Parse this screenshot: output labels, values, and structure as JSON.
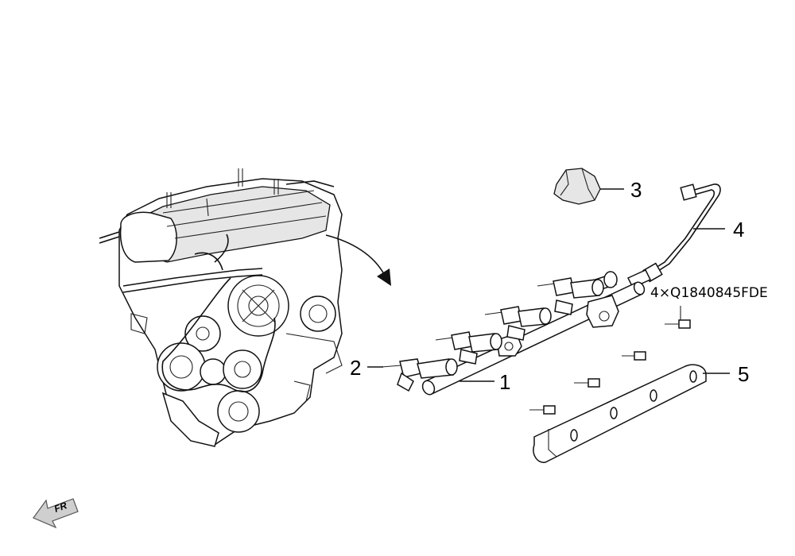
{
  "callouts": [
    {
      "id": "1",
      "label": "1"
    },
    {
      "id": "2",
      "label": "2"
    },
    {
      "id": "3",
      "label": "3"
    },
    {
      "id": "4",
      "label": "4"
    },
    {
      "id": "5",
      "label": "5"
    }
  ],
  "bolt_note": "4×Q1840845FDE",
  "direction_label": "FR"
}
